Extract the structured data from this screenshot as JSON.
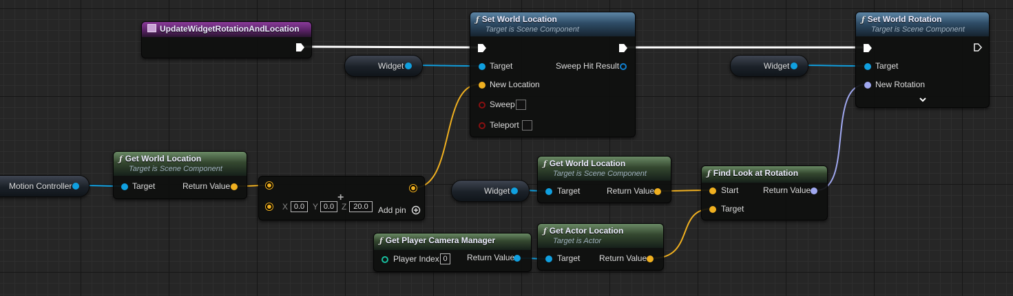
{
  "colors": {
    "exec": "#ffffff",
    "object_pin": "#10a0e0",
    "vector_pin": "#f0b020",
    "rotator_pin": "#a0a8f0",
    "function_header_blue": "#2e4c66",
    "function_header_green": "#34472f",
    "event_header": "#5a2366"
  },
  "event_node": {
    "title": "UpdateWidgetRotationAndLocation",
    "icon": "event-icon"
  },
  "set_world_location": {
    "title": "Set World Location",
    "subtitle": "Target is Scene Component",
    "pins": {
      "target": "Target",
      "new_location": "New Location",
      "sweep": "Sweep",
      "teleport": "Teleport",
      "sweep_hit_result": "Sweep Hit Result"
    }
  },
  "set_world_rotation": {
    "title": "Set World Rotation",
    "subtitle": "Target is Scene Component",
    "pins": {
      "target": "Target",
      "new_rotation": "New Rotation"
    }
  },
  "get_world_location_1": {
    "title": "Get World Location",
    "subtitle": "Target is Scene Component",
    "pins": {
      "target": "Target",
      "return_value": "Return Value"
    }
  },
  "get_world_location_2": {
    "title": "Get World Location",
    "subtitle": "Target is Scene Component",
    "pins": {
      "target": "Target",
      "return_value": "Return Value"
    }
  },
  "find_look_at_rotation": {
    "title": "Find Look at Rotation",
    "pins": {
      "start": "Start",
      "target": "Target",
      "return_value": "Return Value"
    }
  },
  "get_player_camera_manager": {
    "title": "Get Player Camera Manager",
    "pins": {
      "player_index": "Player Index",
      "player_index_value": "0",
      "return_value": "Return Value"
    }
  },
  "get_actor_location": {
    "title": "Get Actor Location",
    "subtitle": "Target is Actor",
    "pins": {
      "target": "Target",
      "return_value": "Return Value"
    }
  },
  "add_node": {
    "x_label": "X",
    "x": "0.0",
    "y_label": "Y",
    "y": "0.0",
    "z_label": "Z",
    "z": "20.0",
    "add_pin": "Add pin"
  },
  "variables": {
    "widget_1": "Widget",
    "widget_2": "Widget",
    "widget_3": "Widget",
    "motion_controller": "Motion Controller"
  }
}
